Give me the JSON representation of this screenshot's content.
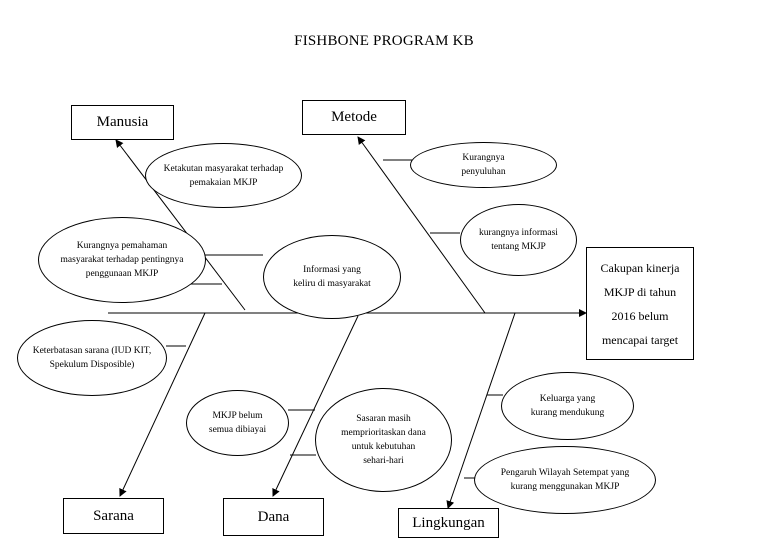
{
  "title": "FISHBONE PROGRAM KB",
  "effect": "Cakupan kinerja MKJP di tahun 2016 belum mencapai target",
  "categories": {
    "manusia": "Manusia",
    "metode": "Metode",
    "sarana": "Sarana",
    "dana": "Dana",
    "lingkungan": "Lingkungan"
  },
  "causes": {
    "manusia_1": "Ketakutan masyarakat terhadap pemakaian MKJP",
    "manusia_2": "Kurangnya pemahaman masyarakat terhadap pentingnya penggunaan MKJP",
    "manusia_3": "Informasi yang keliru di masyarakat",
    "metode_1": "Kurangnya penyuluhan",
    "metode_2": "kurangnya informasi tentang MKJP",
    "sarana_1": "Keterbatasan sarana (IUD KIT, Spekulum Disposible)",
    "dana_1": "MKJP belum semua dibiayai",
    "dana_2": "Sasaran masih memprioritaskan dana untuk kebutuhan sehari-hari",
    "lingkungan_1": "Keluarga yang kurang mendukung",
    "lingkungan_2": "Pengaruh Wilayah Setempat yang kurang menggunakan MKJP"
  }
}
